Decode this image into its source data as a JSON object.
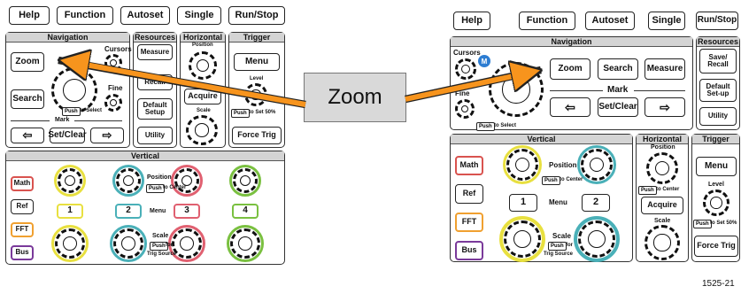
{
  "callout": {
    "label": "Zoom"
  },
  "figure_id": "1525-21",
  "left": {
    "top_buttons": [
      "Help",
      "Function",
      "Autoset",
      "Single",
      "Run/Stop"
    ],
    "navigation": {
      "header": "Navigation",
      "cursors": "Cursors",
      "zoom": "Zoom",
      "search": "Search",
      "fine": "Fine",
      "push": "Push",
      "to_select": "to Select",
      "mark": "Mark",
      "set_clear": "Set/Clear",
      "left_arrow": "⇦",
      "right_arrow": "⇨"
    },
    "resources": {
      "header": "Resources",
      "measure": "Measure",
      "recall": "Recall",
      "default_setup": "Default\nSetup",
      "utility": "Utility"
    },
    "horizontal": {
      "header": "Horizontal",
      "position": "Position",
      "acquire": "Acquire",
      "scale": "Scale"
    },
    "trigger": {
      "header": "Trigger",
      "menu": "Menu",
      "level": "Level",
      "push": "Push",
      "to_set": "to Set 50%",
      "force_trig": "Force Trig"
    },
    "vertical": {
      "header": "Vertical",
      "math": "Math",
      "ref": "Ref",
      "fft": "FFT",
      "bus": "Bus",
      "ch1": "1",
      "ch2": "2",
      "ch3": "3",
      "ch4": "4",
      "position": "Position",
      "push_center": "Push",
      "to_center": "to Center",
      "menu": "Menu",
      "scale": "Scale",
      "push_for": "Push",
      "for": "for",
      "trig_source": "Trig Source"
    }
  },
  "right": {
    "top_buttons": [
      "Help",
      "Function",
      "Autoset",
      "Single",
      "Run/Stop"
    ],
    "navigation": {
      "header": "Navigation",
      "cursors": "Cursors",
      "m_badge": "M",
      "zoom": "Zoom",
      "search": "Search",
      "measure": "Measure",
      "mark": "Mark",
      "fine": "Fine",
      "push": "Push",
      "to_select": "to Select",
      "left_arrow": "⇦",
      "set_clear": "Set/Clear",
      "right_arrow": "⇨"
    },
    "resources": {
      "header": "Resources",
      "save_recall": "Save/\nRecall",
      "default_setup": "Default\nSet-up",
      "utility": "Utility"
    },
    "vertical": {
      "header": "Vertical",
      "math": "Math",
      "ref": "Ref",
      "fft": "FFT",
      "bus": "Bus",
      "ch1": "1",
      "ch2": "2",
      "position": "Position",
      "push_center": "Push",
      "to_center": "to Center",
      "menu": "Menu",
      "scale": "Scale",
      "push_for": "Push",
      "for": "for",
      "trig_source": "Trig Source"
    },
    "horizontal": {
      "header": "Horizontal",
      "position": "Position",
      "push": "Push",
      "to_center": "to Center",
      "acquire": "Acquire",
      "scale": "Scale"
    },
    "trigger": {
      "header": "Trigger",
      "menu": "Menu",
      "level": "Level",
      "push": "Push",
      "to_set": "to Set 50%",
      "force_trig": "Force Trig"
    }
  }
}
